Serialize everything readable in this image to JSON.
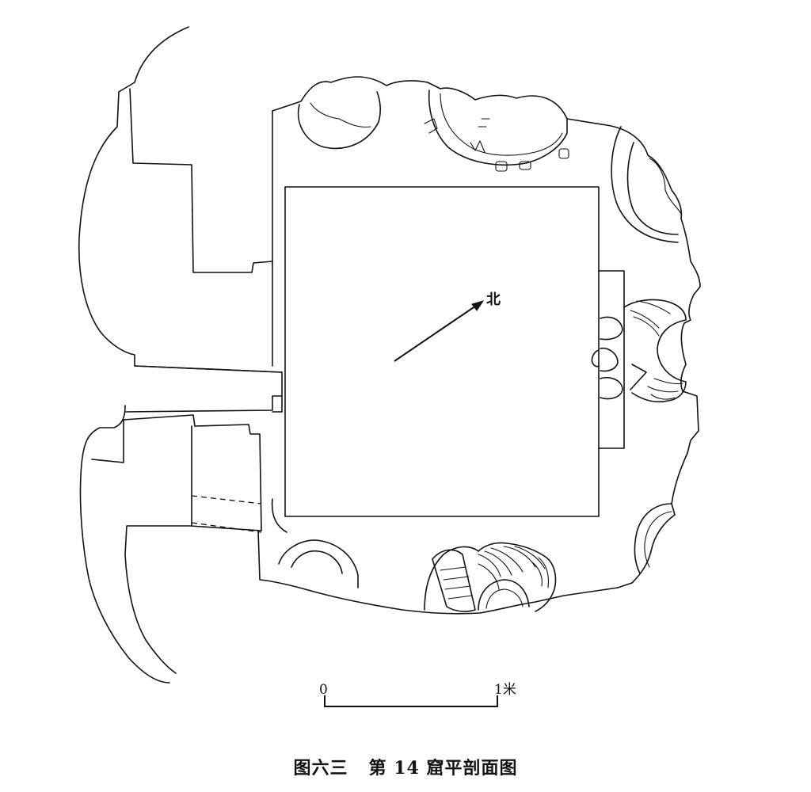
{
  "diagram": {
    "north_label": "北",
    "scale_bar": {
      "start_label": "0",
      "end_label": "1米"
    }
  },
  "caption": {
    "figure_number": "图六三",
    "title": "第 14 窟平剖面图"
  }
}
